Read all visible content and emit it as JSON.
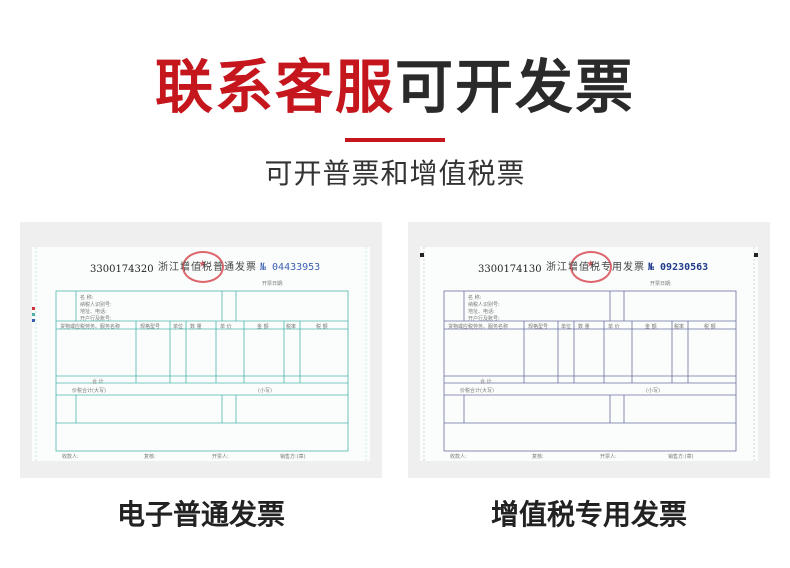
{
  "header": {
    "title_red": "联系客服",
    "title_dark": "可开发票",
    "subtitle": "可开普票和增值税票",
    "accent_color": "#c4161c"
  },
  "cards": [
    {
      "caption": "电子普通发票",
      "invoice": {
        "code": "3300174320",
        "heading": "浙江增值税普通发票",
        "number": "№ 04433953",
        "line_color": "#4fb3a8",
        "tiny": [
          "开票日期:",
          "名 称:",
          "纳税人识别号:",
          "地址、电话:",
          "开户行及账号:",
          "货物或应税劳务、服务名称",
          "规格型号",
          "单位",
          "数 量",
          "单 价",
          "金 额",
          "税率",
          "税 额",
          "合 计",
          "价税合计(大写)",
          "(小写)",
          "收款人:",
          "复核:",
          "开票人:",
          "销售方:(章)"
        ]
      }
    },
    {
      "caption": "增值税专用发票",
      "invoice": {
        "code": "3300174130",
        "heading": "浙江增值税专用发票",
        "number": "№ 09230563",
        "line_color": "#6b6f9e",
        "tiny": [
          "开票日期:",
          "名 称:",
          "纳税人识别号:",
          "地址、电话:",
          "开户行及账号:",
          "货物或应税劳务、服务名称",
          "规格型号",
          "单位",
          "数 量",
          "单 价",
          "金 额",
          "税率",
          "税 额",
          "合 计",
          "价税合计(大写)",
          "(小写)",
          "收款人:",
          "复核:",
          "开票人:",
          "销售方:(章)"
        ]
      }
    }
  ]
}
